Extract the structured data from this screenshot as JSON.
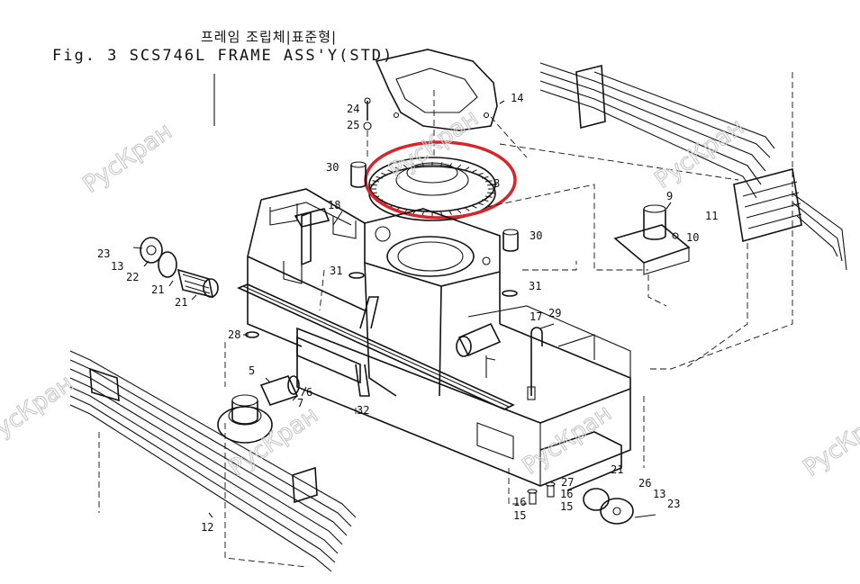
{
  "title_korean": "프레임 조립체|표준형|",
  "title_english": "Fig. 3 SCS746L FRAME ASS'Y(STD)",
  "watermark": "РусКран",
  "highlight_color": "#d6262b",
  "callouts": [
    "24",
    "25",
    "14",
    "30",
    "8",
    "18",
    "9",
    "10",
    "11",
    "23",
    "13",
    "22",
    "21",
    "21",
    "31",
    "30",
    "31",
    "17",
    "29",
    "28",
    "5",
    "7",
    "6",
    "32",
    "12",
    "21",
    "26",
    "13",
    "23",
    "16",
    "27",
    "16",
    "15",
    "15"
  ]
}
